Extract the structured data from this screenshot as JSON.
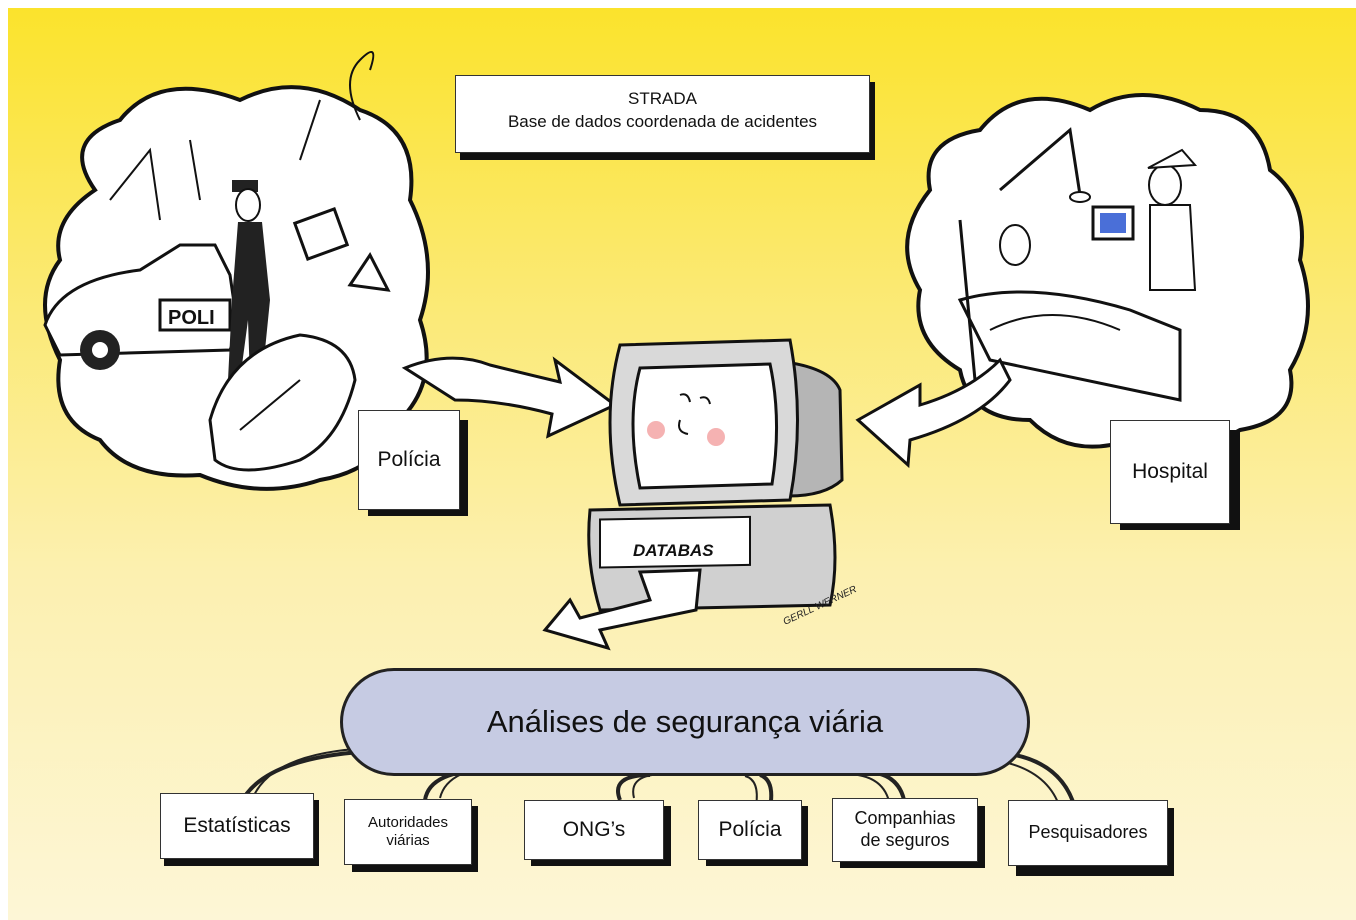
{
  "title": {
    "line1": "STRADA",
    "line2": "Base de dados coordenada de acidentes"
  },
  "sources": {
    "left": "Polícia",
    "right": "Hospital"
  },
  "computer_label": "DATABAS",
  "signature": "GERLL WERNER",
  "police_car_text": "POLI",
  "analysis": "Análises de segurança viária",
  "outputs": [
    {
      "line1": "Estatísticas",
      "line2": ""
    },
    {
      "line1": "Autoridades",
      "line2": "viárias"
    },
    {
      "line1": "ONG’s",
      "line2": ""
    },
    {
      "line1": "Polícia",
      "line2": ""
    },
    {
      "line1": "Companhias",
      "line2": "de seguros"
    },
    {
      "line1": "Pesquisadores",
      "line2": ""
    }
  ],
  "colors": {
    "background_top": "#fbe32c",
    "background_bottom": "#fdf6d6",
    "oval_fill": "#c6cbe3",
    "box_fill": "#ffffff",
    "outline": "#111111"
  }
}
